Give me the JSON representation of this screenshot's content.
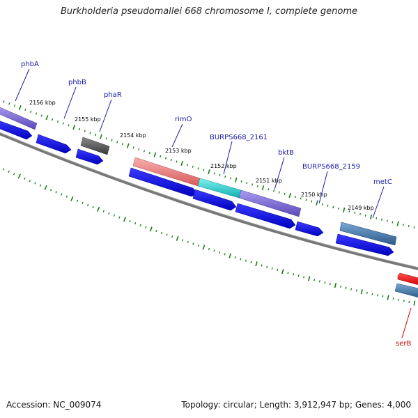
{
  "title": "Burkholderia pseudomallei 668 chromosome I, complete genome",
  "footer": {
    "accession": "Accession: NC_009074",
    "summary": "Topology: circular; Length: 3,912,947 bp; Genes: 4,000"
  },
  "colors": {
    "backbone": "#777777",
    "tick_marks": "#1a7a1a",
    "cds_blue": "#1010e0",
    "label_blue": "#1a1aa8",
    "label_red": "#cc0000",
    "gene_purple": "#7a6ad0",
    "gene_grey": "#555555",
    "gene_salmon": "#ec7f7f",
    "gene_cyan": "#2ccfcf",
    "gene_steel": "#4a7fb0",
    "gene_red": "#ff0000"
  },
  "scale_labels": [
    "2156 kbp",
    "2155 kbp",
    "2154 kbp",
    "2153 kbp",
    "2152 kbp",
    "2151 kbp",
    "2150 kbp",
    "2149 kbp"
  ],
  "gene_labels": [
    {
      "text": "phbA",
      "color": "blue"
    },
    {
      "text": "phbB",
      "color": "blue"
    },
    {
      "text": "phaR",
      "color": "blue"
    },
    {
      "text": "rimO",
      "color": "blue"
    },
    {
      "text": "BURPS668_2161",
      "color": "blue"
    },
    {
      "text": "bktB",
      "color": "blue"
    },
    {
      "text": "BURPS668_2159",
      "color": "blue"
    },
    {
      "text": "metC",
      "color": "blue"
    },
    {
      "text": "serB",
      "color": "red"
    }
  ]
}
